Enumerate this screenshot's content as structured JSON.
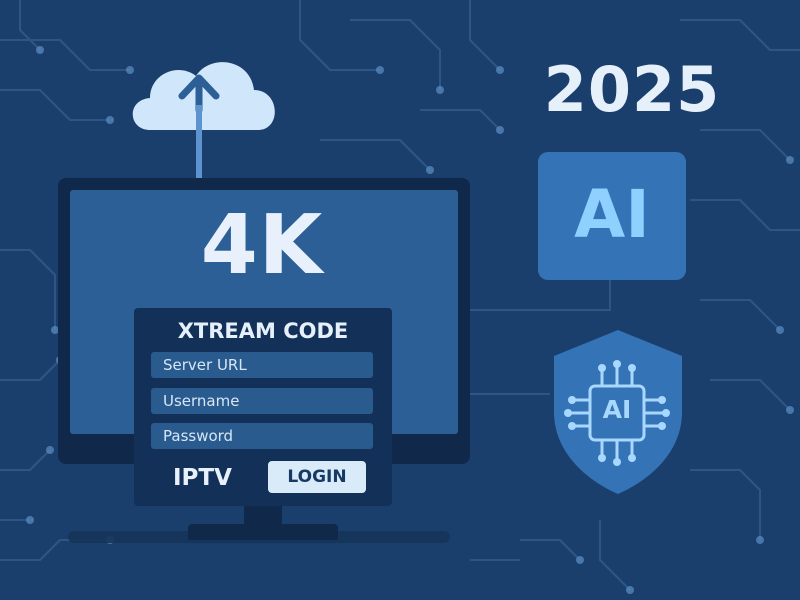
{
  "monitor": {
    "resolution_label": "4K"
  },
  "login": {
    "title": "XTREAM CODE",
    "server_url_placeholder": "Server URL",
    "username_placeholder": "Username",
    "password_placeholder": "Password",
    "service_label": "IPTV",
    "login_button": "LOGIN"
  },
  "headline": {
    "year": "2025",
    "ai_badge": "AI",
    "shield_chip": "AI"
  },
  "icons": {
    "cloud": "cloud-upload-icon",
    "shield": "shield-chip-icon"
  },
  "colors": {
    "background": "#1b3f6d",
    "panel": "#123058",
    "accent": "#3373b6",
    "ai_text": "#8fd0ff",
    "button": "#d9eaf9"
  }
}
